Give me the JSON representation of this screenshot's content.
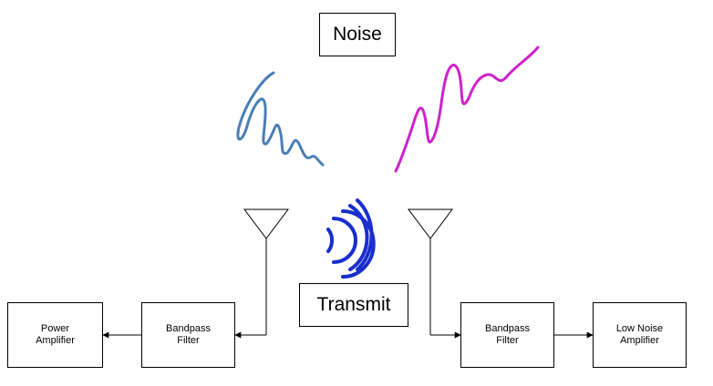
{
  "labels": {
    "noise": "Noise",
    "transmit": "Transmit"
  },
  "blocks": {
    "power_amplifier": "Power\nAmplifier",
    "tx_bandpass_filter": "Bandpass\nFilter",
    "rx_bandpass_filter": "Bandpass\nFilter",
    "low_noise_amplifier": "Low Noise\nAmplifier"
  },
  "colors": {
    "line": "#000000",
    "noise_wave_left": "#4a7fb5",
    "noise_wave_right": "#cc22cc",
    "transmit_waves": "#1a2ecc"
  },
  "icons": {
    "antenna": "antenna-icon",
    "signal_waves": "signal-waves-icon",
    "noise_wave": "noise-wave-icon"
  }
}
